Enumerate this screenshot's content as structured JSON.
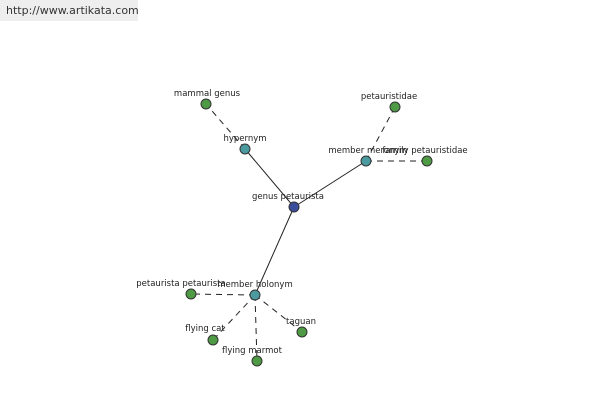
{
  "header": {
    "url": "http://www.artikata.com"
  },
  "colors": {
    "center": "#3a4e9c",
    "relation": "#4a9aa0",
    "leaf": "#4e9a45"
  },
  "graph": {
    "nodes": [
      {
        "id": "genus-petaurista",
        "label": "genus petaurista",
        "kind": "center"
      },
      {
        "id": "hypernym",
        "label": "hypernym",
        "kind": "relation"
      },
      {
        "id": "member-meronym",
        "label": "member meronym",
        "kind": "relation"
      },
      {
        "id": "member-holonym",
        "label": "member holonym",
        "kind": "relation"
      },
      {
        "id": "mammal-genus",
        "label": "mammal genus",
        "kind": "leaf"
      },
      {
        "id": "petauristidae",
        "label": "petauristidae",
        "kind": "leaf"
      },
      {
        "id": "family-petauristidae",
        "label": "family petauristidae",
        "kind": "leaf"
      },
      {
        "id": "petaurista-petaurista",
        "label": "petaurista petaurista",
        "kind": "leaf"
      },
      {
        "id": "flying-cat",
        "label": "flying cat",
        "kind": "leaf"
      },
      {
        "id": "flying-marmot",
        "label": "flying marmot",
        "kind": "leaf"
      },
      {
        "id": "taguan",
        "label": "taguan",
        "kind": "leaf"
      }
    ],
    "edges": [
      {
        "from": "genus-petaurista",
        "to": "hypernym",
        "style": "solid"
      },
      {
        "from": "genus-petaurista",
        "to": "member-meronym",
        "style": "solid"
      },
      {
        "from": "genus-petaurista",
        "to": "member-holonym",
        "style": "solid"
      },
      {
        "from": "hypernym",
        "to": "mammal-genus",
        "style": "dashed"
      },
      {
        "from": "member-meronym",
        "to": "petauristidae",
        "style": "dashed"
      },
      {
        "from": "member-meronym",
        "to": "family-petauristidae",
        "style": "dashed"
      },
      {
        "from": "member-holonym",
        "to": "petaurista-petaurista",
        "style": "dashed"
      },
      {
        "from": "member-holonym",
        "to": "flying-cat",
        "style": "dashed"
      },
      {
        "from": "member-holonym",
        "to": "flying-marmot",
        "style": "dashed"
      },
      {
        "from": "member-holonym",
        "to": "taguan",
        "style": "dashed"
      }
    ]
  }
}
